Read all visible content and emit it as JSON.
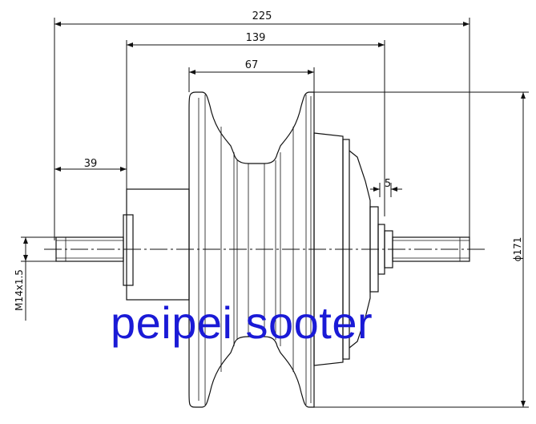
{
  "drawing": {
    "dimensions": {
      "overall_length": "225",
      "body_length": "139",
      "tire_width": "67",
      "left_axle_length": "39",
      "right_offset": "5",
      "diameter": "ϕ171",
      "thread": "M14x1.5"
    },
    "colors": {
      "line": "#111111",
      "watermark": "#1a1ad6"
    }
  },
  "watermark": {
    "text": "peipei sooter"
  }
}
